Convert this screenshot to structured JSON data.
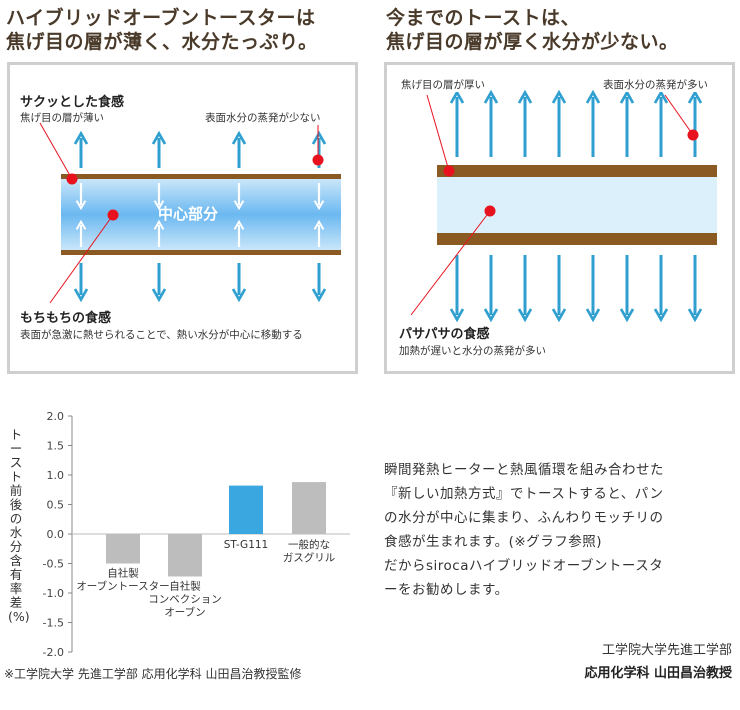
{
  "left_panel": {
    "heading_line1": "ハイブリッドオーブントースターは",
    "heading_line2": "焦げ目の層が薄く、水分たっぷり。",
    "label_crispy": "サクッとした食感",
    "label_thin_crust": "焦げ目の層が薄い",
    "label_less_evap": "表面水分の蒸発が少ない",
    "center_label": "中心部分",
    "label_chewy": "もちもちの食感",
    "label_chewy_desc": "表面が急激に熱せられることで、熱い水分が中心に移動する"
  },
  "right_panel": {
    "heading_line1": "今までのトーストは、",
    "heading_line2": "焦げ目の層が厚く水分が少ない。",
    "label_thick_crust": "焦げ目の層が厚い",
    "label_more_evap": "表面水分の蒸発が多い",
    "label_dry": "パサパサの食感",
    "label_dry_desc": "加熱が遅いと水分の蒸発が多い"
  },
  "chart_data": {
    "type": "bar",
    "categories": [
      "自社製オーブントースター",
      "自社製コンベクションオーブン",
      "ST-G111",
      "一般的なガスグリル"
    ],
    "category_lines": [
      [
        "自社製",
        "オーブントースター"
      ],
      [
        "自社製",
        "コンベクション",
        "オーブン"
      ],
      [
        "ST-G111"
      ],
      [
        "一般的な",
        "ガスグリル"
      ]
    ],
    "values": [
      -0.5,
      -0.72,
      0.82,
      0.88
    ],
    "bar_colors": [
      "#bdbdbd",
      "#bdbdbd",
      "#3aa7e0",
      "#bdbdbd"
    ],
    "ylabel": "トースト前後の水分含有率差(%)",
    "ylim": [
      -2.0,
      2.0
    ],
    "yticks": [
      "2.0",
      "1.5",
      "1.0",
      "0.5",
      "0.0",
      "-0.5",
      "-1.0",
      "-1.5",
      "-2.0"
    ],
    "ytick_values": [
      2.0,
      1.5,
      1.0,
      0.5,
      0.0,
      -0.5,
      -1.0,
      -1.5,
      -2.0
    ]
  },
  "footnote": "※工学院大学 先進工学部 応用化学科 山田昌治教授監修",
  "description_lines": [
    "瞬間発熱ヒーターと熱風循環を組み合わせた",
    "『新しい加熱方式』でトーストすると、パン",
    "の水分が中心に集まり、ふんわりモッチリの",
    "食感が生まれます。(※グラフ参照)",
    "だからsirocaハイブリッドオーブントースタ",
    "ーをお勧めします。"
  ],
  "credit_line1": "工学院大学先進工学部",
  "credit_line2": "応用化学科 山田昌治教授",
  "colors": {
    "arrow": "#2f9fd0",
    "crust": "#8a5a22",
    "marker": "#e8121e",
    "bar_highlight": "#3aa7e0",
    "bar_gray": "#bdbdbd"
  }
}
